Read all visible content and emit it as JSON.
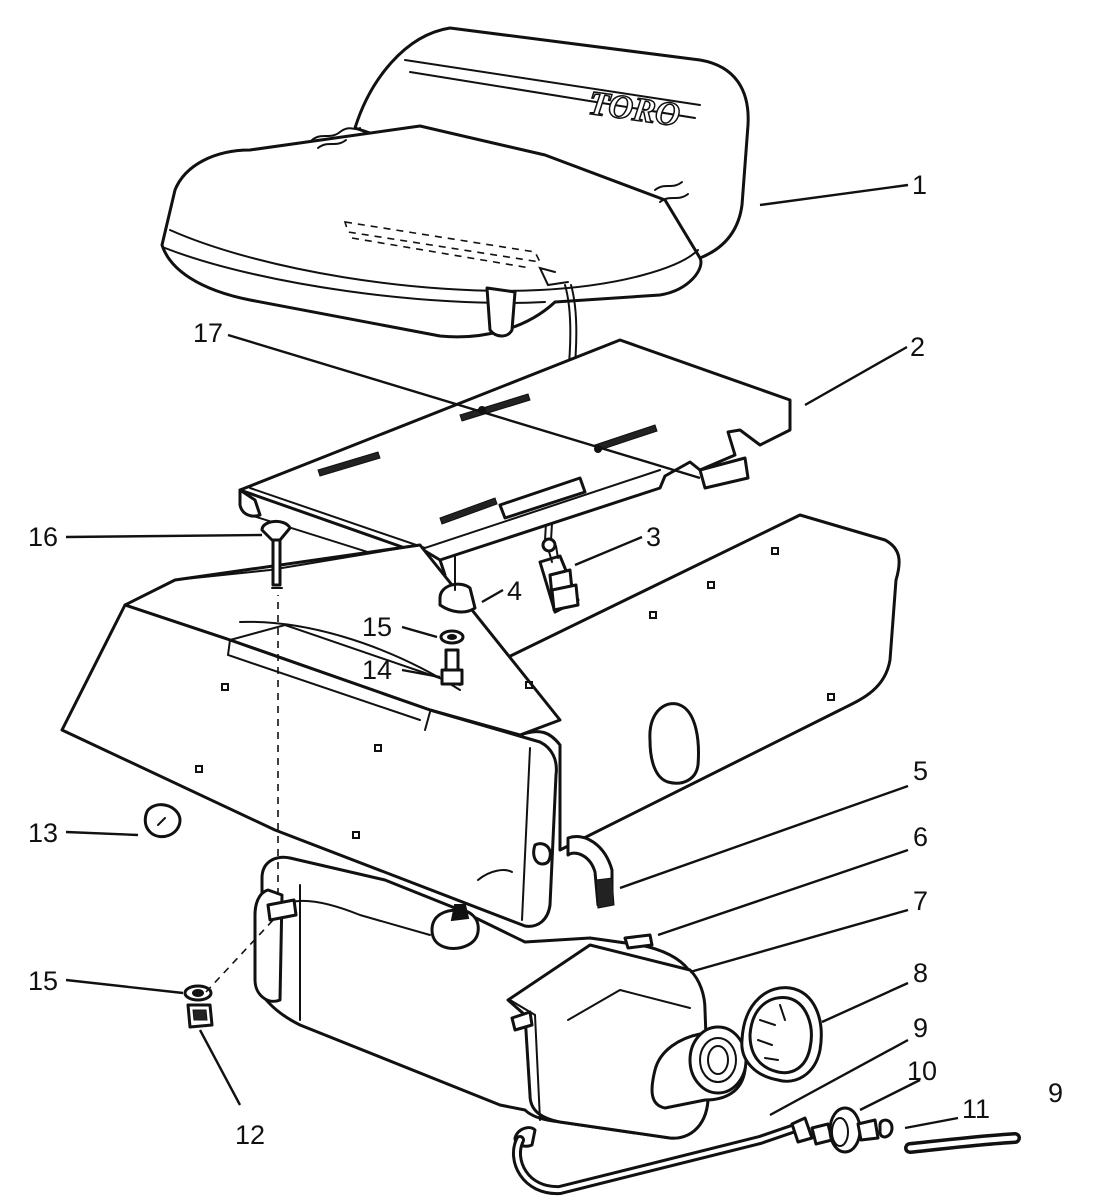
{
  "logo_text": "TORO",
  "callouts": [
    {
      "id": "c1",
      "label": "1"
    },
    {
      "id": "c2",
      "label": "2"
    },
    {
      "id": "c3",
      "label": "3"
    },
    {
      "id": "c4",
      "label": "4"
    },
    {
      "id": "c5",
      "label": "5"
    },
    {
      "id": "c6",
      "label": "6"
    },
    {
      "id": "c7",
      "label": "7"
    },
    {
      "id": "c8",
      "label": "8"
    },
    {
      "id": "c9a",
      "label": "9"
    },
    {
      "id": "c10",
      "label": "10"
    },
    {
      "id": "c11",
      "label": "11"
    },
    {
      "id": "c9b",
      "label": "9"
    },
    {
      "id": "c12",
      "label": "12"
    },
    {
      "id": "c13",
      "label": "13"
    },
    {
      "id": "c14",
      "label": "14"
    },
    {
      "id": "c15a",
      "label": "15"
    },
    {
      "id": "c15b",
      "label": "15"
    },
    {
      "id": "c16",
      "label": "16"
    },
    {
      "id": "c17",
      "label": "17"
    }
  ]
}
